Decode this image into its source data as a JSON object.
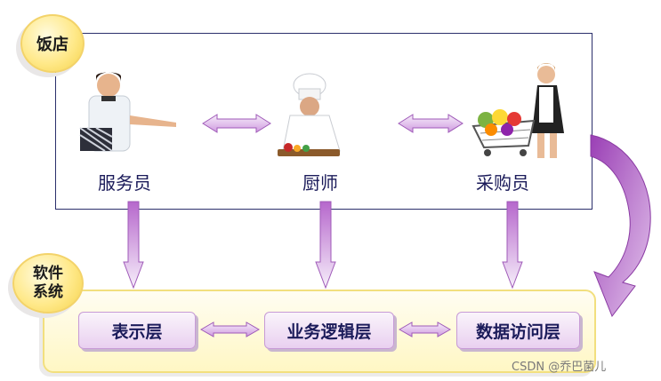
{
  "restaurant": {
    "label": "饭店"
  },
  "roles": {
    "waiter": "服务员",
    "chef": "厨师",
    "buyer": "采购员"
  },
  "software": {
    "label_line1": "软件",
    "label_line2": "系统"
  },
  "layers": {
    "presentation": "表示层",
    "business": "业务逻辑层",
    "data": "数据访问层"
  },
  "watermark": "CSDN @乔巴菌儿",
  "colors": {
    "arrow_purple": "#b06ac8",
    "panel_yellow": "#fff7c4",
    "circle_gold": "#f5d24a",
    "text_navy": "#1b1b5a"
  }
}
